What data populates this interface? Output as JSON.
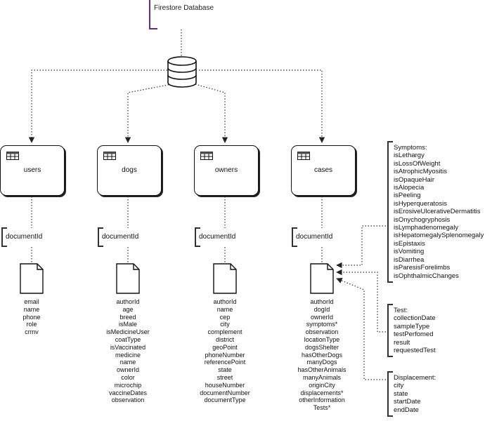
{
  "database": {
    "label": "Firestore Database",
    "icon": "database-icon"
  },
  "collections": [
    {
      "name": "users",
      "document_label": "documentId",
      "fields": [
        "email",
        "name",
        "phone",
        "role",
        "crmv"
      ]
    },
    {
      "name": "dogs",
      "document_label": "documentId",
      "fields": [
        "authorId",
        "age",
        "breed",
        "isMale",
        "isMedicineUser",
        "coatType",
        "isVaccinated",
        "medicine",
        "name",
        "ownerId",
        "color",
        "microchip",
        "vaccineDates",
        "observation"
      ]
    },
    {
      "name": "owners",
      "document_label": "documentId",
      "fields": [
        "authorId",
        "name",
        "cep",
        "city",
        "complement",
        "district",
        "geoPoint",
        "phoneNumber",
        "referencePoint",
        "state",
        "street",
        "houseNumber",
        "documentNumber",
        "documentType"
      ]
    },
    {
      "name": "cases",
      "document_label": "documentId",
      "fields": [
        "authorId",
        "dogId",
        "ownerId",
        "symptoms*",
        "observation",
        "locationType",
        "dogsShelter",
        "hasOtherDogs",
        "manyDogs",
        "hasOtherAnimals",
        "manyAnimals",
        "originCity",
        "displacements*",
        "otherInformation",
        "Tests*"
      ]
    }
  ],
  "subcollections": {
    "symptoms": {
      "title": "Symptoms:",
      "items": [
        "isLethargy",
        "isLossOfWeight",
        "isAtrophicMyositis",
        "isOpaqueHair",
        "isAlopecia",
        "isPeeling",
        "isHyperqueratosis",
        "isErosiveUlcerativeDermatitis",
        "isOnychogryphosis",
        "isLymphadenomegaly",
        "isHepatomegalySplenomegaly",
        "isEpistaxis",
        "isVomiting",
        "isDiarrhea",
        "isParesisForelimbs",
        "isOphthalmicChanges"
      ]
    },
    "test": {
      "title": "Test:",
      "items": [
        "collectionDate",
        "sampleType",
        "testPerfomed",
        "result",
        "requestedTest"
      ]
    },
    "displacement": {
      "title": "Displacement:",
      "items": [
        "city",
        "state",
        "startDate",
        "endDate"
      ]
    }
  },
  "icons": {
    "collection": "table-icon",
    "document": "document-icon"
  },
  "colors": {
    "accent": "#6a2a8a",
    "line": "#222222"
  }
}
